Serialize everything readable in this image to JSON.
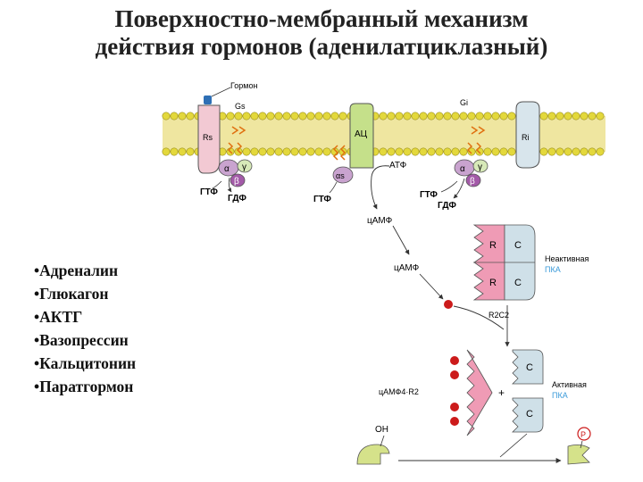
{
  "title": {
    "line1": "Поверхностно-мембранный механизм",
    "line2": "действия гормонов (аденилатциклазный)"
  },
  "hormones": [
    "Адреналин",
    "Глюкагон",
    "АКТГ",
    "Вазопрессин",
    "Кальцитонин",
    "Паратгормон"
  ],
  "bullet": "•",
  "diagram": {
    "hormone_label": "Гормон",
    "gs_label": "Gs",
    "gi_label": "Gi",
    "rs_label": "Rs",
    "ri_label": "Ri",
    "ac_label": "АЦ",
    "atp_label": "АТФ",
    "alpha": "α",
    "beta": "β",
    "gamma": "γ",
    "alpha_s": "αs",
    "gtp_left": "ГТФ",
    "gdp_left": "ГДФ",
    "gtp_mid": "ГТФ",
    "gtp_right": "ГТФ",
    "gdp_right": "ГДФ",
    "camp1": "цАМФ",
    "camp2": "цАМФ",
    "r2c2": "R2C2",
    "r_label": "R",
    "c_label": "C",
    "inactive_line1": "Неактивная",
    "inactive_line2": "ПКА",
    "active_line1": "Активная",
    "active_line2": "ПКА",
    "camp4r2": "цАМФ4·R2",
    "plus": "+",
    "oh_label": "ОН",
    "p_label": "P"
  },
  "colors": {
    "membrane": "#e3d83c",
    "receptor": "#f2c9d3",
    "ac": "#c5e08a",
    "ri": "#d8e5ec",
    "pka_r": "#ef9bb5",
    "pka_c": "#cfe0e8",
    "camp_dot": "#cc1b1b",
    "substrate": "#d5e28a",
    "pka_label": "#3a9ad9"
  }
}
